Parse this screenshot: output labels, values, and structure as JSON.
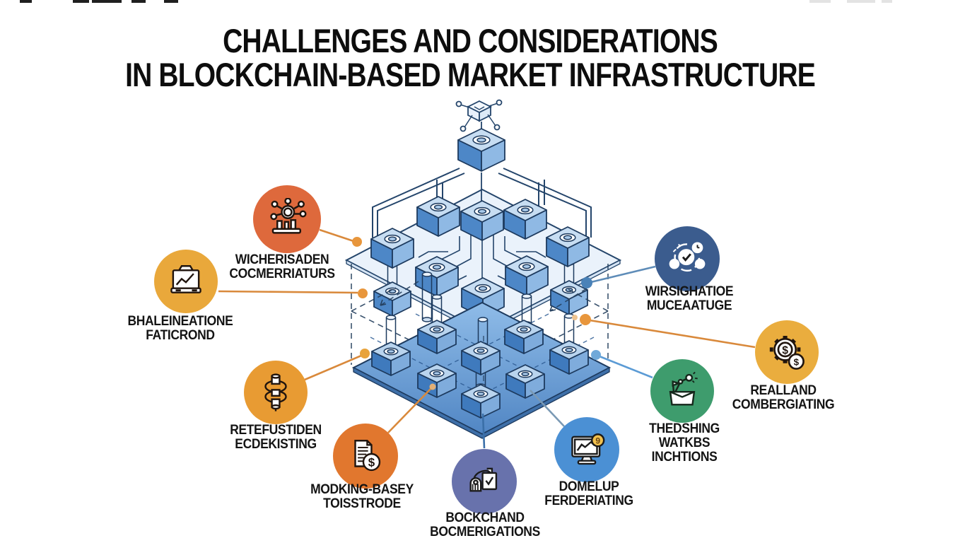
{
  "title": {
    "line1": "CHALLENGES AND CONSIDERATIONS",
    "line2": "IN BLOCKCHAIN-BASED MARKET INFRASTRUCTURE"
  },
  "nodes": [
    {
      "icon": "network-nodes-icon",
      "color": "#DE693C",
      "lines": [
        "WICHERISADEN",
        "COCMERRIATURS"
      ]
    },
    {
      "icon": "presentation-chart-icon",
      "color": "#E9A83B",
      "lines": [
        "BHALEINEATIONE",
        "FATICROND"
      ]
    },
    {
      "icon": "dollar-coil-icon",
      "color": "#E89B33",
      "lines": [
        "RETEFUSTIDEN",
        "ECDEKISTING"
      ]
    },
    {
      "icon": "document-dollar-icon",
      "color": "#E1772E",
      "lines": [
        "MODKING-BASEY",
        "TOISSTRODE"
      ],
      "glyph": "$"
    },
    {
      "icon": "identity-check-icon",
      "color": "#6872AC",
      "lines": [
        "BOCKCHAND",
        "BOCMERIGATIONS"
      ]
    },
    {
      "icon": "monitor-chart-icon",
      "color": "#4B90D4",
      "lines": [
        "DOMELUP",
        "FERDERIATING"
      ],
      "badge": "9"
    },
    {
      "icon": "robotic-arm-box-icon",
      "color": "#3E9C6D",
      "lines": [
        "THEDSHING",
        "WATKBS",
        "INCHTIONS"
      ]
    },
    {
      "icon": "gear-dollar-icon",
      "color": "#EAAD3E",
      "lines": [
        "REALLAND",
        "COMBERGIATING"
      ],
      "glyph": "$",
      "coin_glyph": "$"
    },
    {
      "icon": "cycle-check-clock-icon",
      "color": "#3B5C8E",
      "lines": [
        "WIRSIGHATIOE",
        "MUCEAATUGE"
      ]
    }
  ],
  "colors": {
    "cube_top": "#C7DDF2",
    "cube_left": "#4D87C7",
    "cube_right": "#8FB9E4",
    "upper_platform": "#EAF2FB",
    "lower_platform_top": "#8FBCE8",
    "lower_platform_bottom": "#5186C4",
    "outline": "#1D3A5E",
    "leader_orange": "#D9893B",
    "leader_blue": "#5B9BD5"
  }
}
